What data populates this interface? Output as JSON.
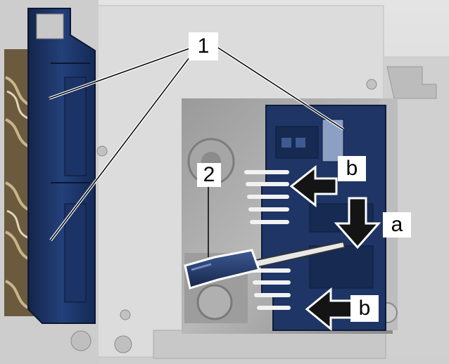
{
  "callouts": {
    "c1": "1",
    "c2": "2",
    "ca": "a",
    "cb_top": "b",
    "cb_bottom": "b"
  },
  "colors": {
    "housing": "#1e3566",
    "background_metal": "#d9d9d9",
    "arrow": "#141414",
    "tool_handle": "#2a3f6e"
  }
}
